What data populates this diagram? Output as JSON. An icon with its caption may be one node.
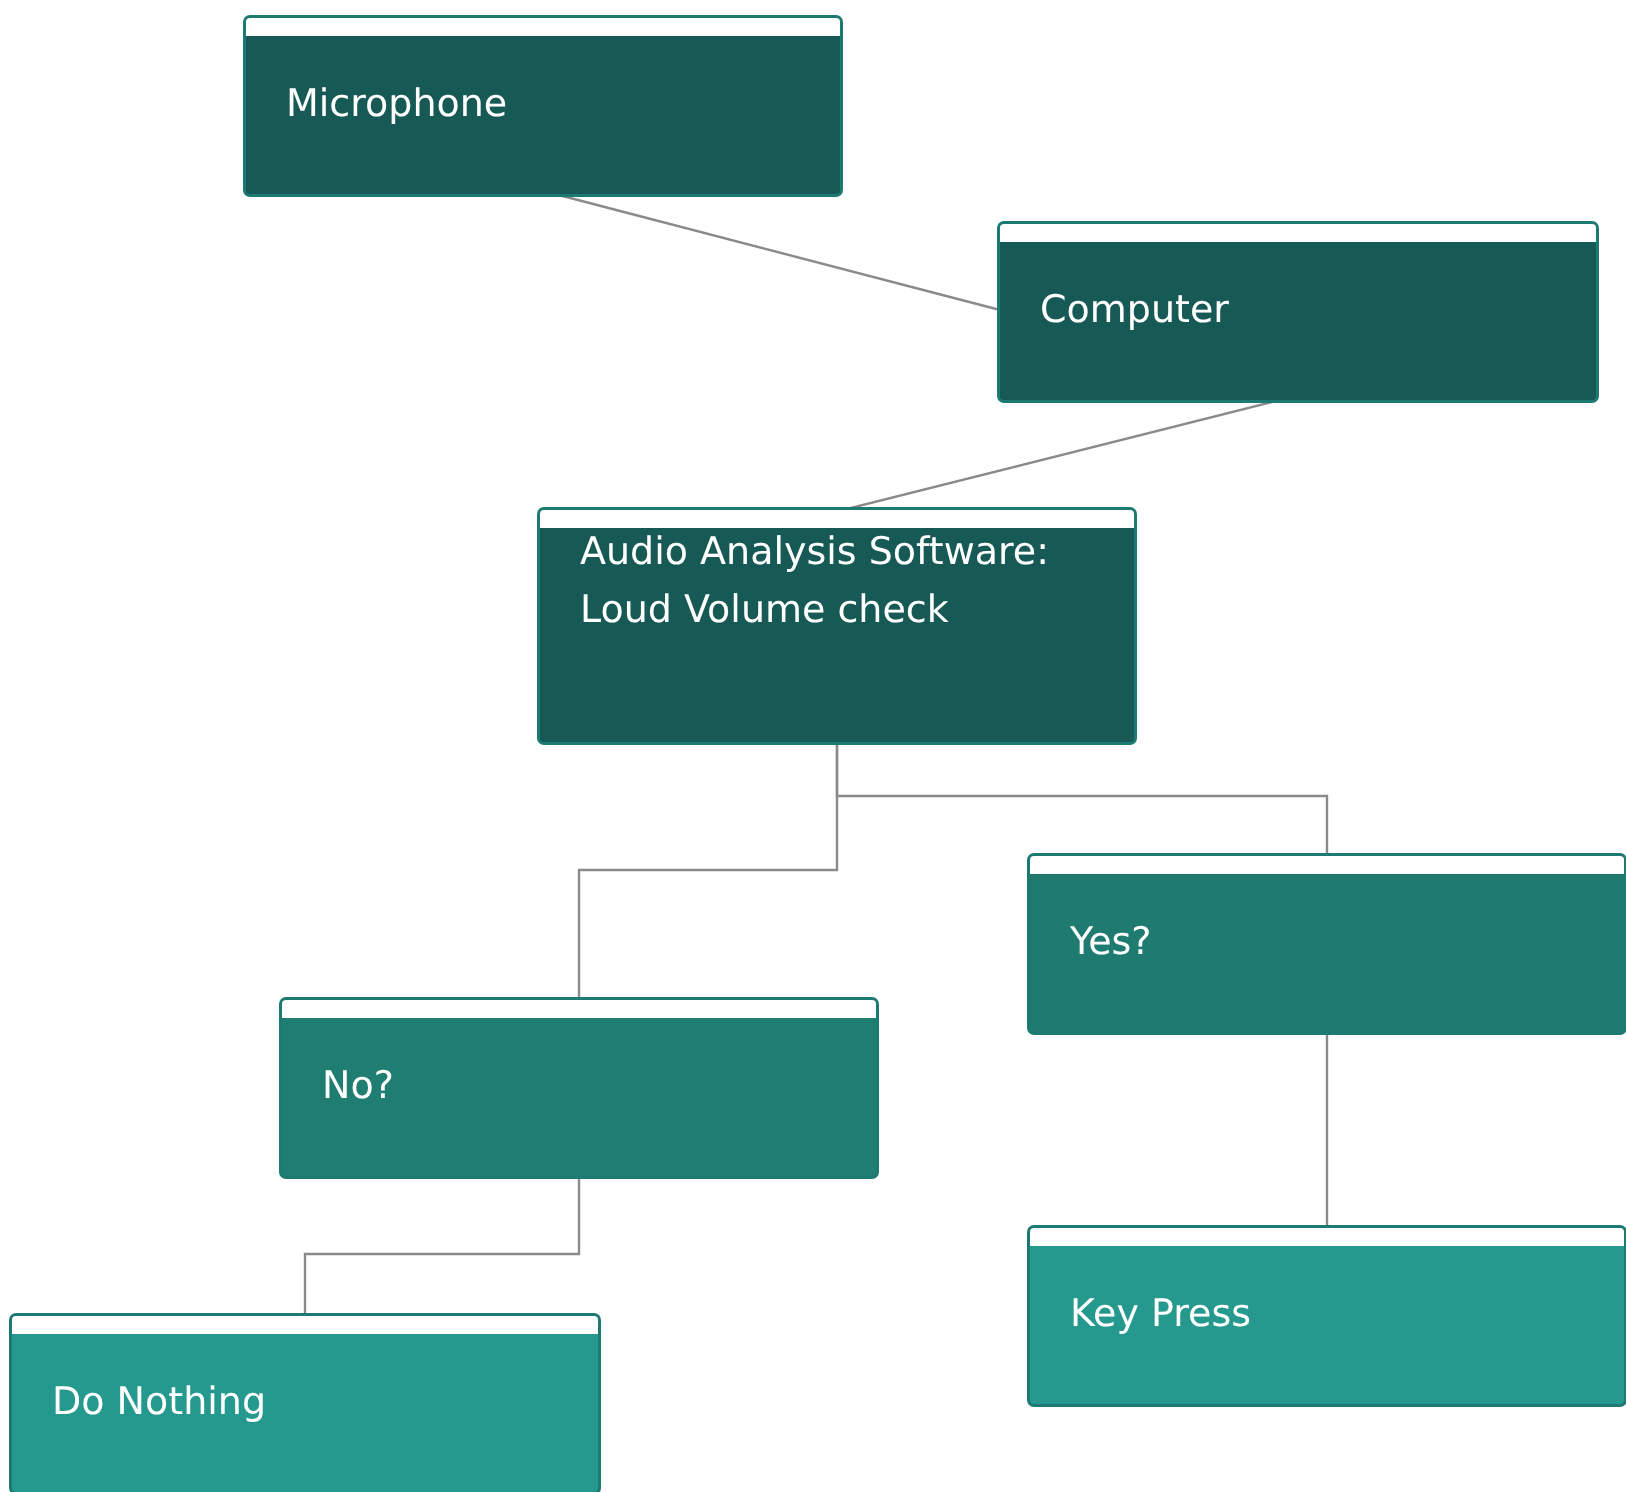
{
  "diagram": {
    "nodes": [
      {
        "text": [
          "Microphone"
        ]
      },
      {
        "text": [
          "Computer"
        ]
      },
      {
        "text": [
          "Audio Analysis Software: Loud Volume check"
        ]
      },
      {
        "text": [
          "Yes?"
        ]
      },
      {
        "text": [
          "No?"
        ]
      },
      {
        "text": [
          "Key Press"
        ]
      },
      {
        "text": [
          "Do Nothing"
        ]
      }
    ],
    "edges": [
      {
        "from": 0,
        "to": 1,
        "arrow": "none"
      },
      {
        "from": 1,
        "to": 2,
        "arrow": "none"
      },
      {
        "from": 2,
        "to": 3,
        "arrow": "none"
      },
      {
        "from": 2,
        "to": 4,
        "arrow": "none"
      },
      {
        "from": 3,
        "to": 5,
        "arrow": "none"
      },
      {
        "from": 4,
        "to": 6,
        "arrow": "none"
      }
    ]
  }
}
